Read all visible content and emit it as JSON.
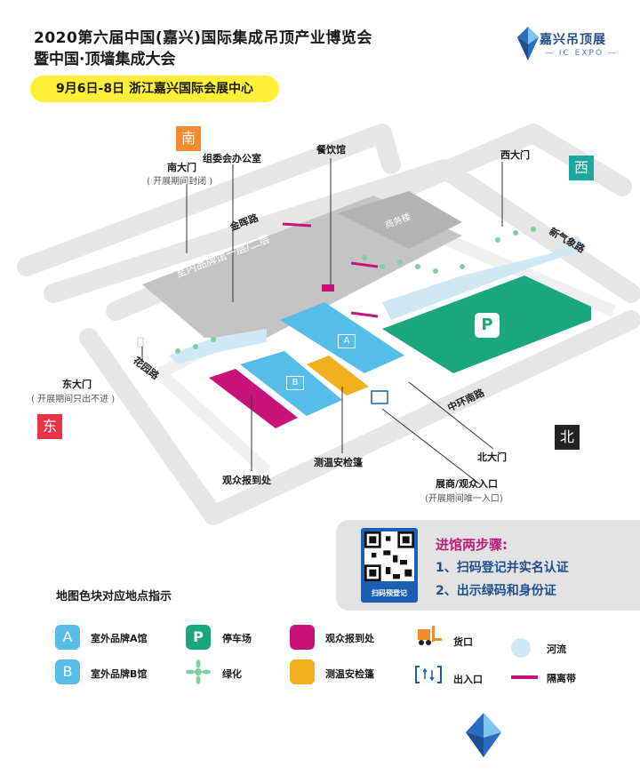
{
  "header": {
    "title_line1": "2020第六届中国(嘉兴)国际集成吊顶产业博览会",
    "title_line2": "暨中国·顶墙集成大会",
    "date_venue": "9月6日-8日  浙江嘉兴国际会展中心"
  },
  "logo": {
    "name": "嘉兴吊顶展",
    "sub": "— IC EXPO —"
  },
  "directions": {
    "south": "南",
    "west": "西",
    "east": "东",
    "north": "北"
  },
  "colors": {
    "hall": "#56bce8",
    "parking": "#1aa77c",
    "registration": "#c8147a",
    "security": "#f2b01e",
    "river": "#cfe8f6",
    "barrier": "#c8147a",
    "south_dir": "#f28a2e",
    "west_dir": "#1aa7a0",
    "east_dir": "#e8344a",
    "north_dir": "#222222"
  },
  "map_labels": {
    "south_gate": "南大门",
    "south_gate_note": "( 开展期间封闭 )",
    "office": "组委会办公室",
    "dining": "餐饮馆",
    "west_gate": "西大门",
    "east_gate": "东大门",
    "east_gate_note": "( 开展期间只出不进 )",
    "north_gate": "北大门",
    "entrance": "展商/观众入口",
    "entrance_note": "(开展期间唯一入口)",
    "security_tent": "测温安检篷",
    "registration": "观众报到处",
    "indoor_hall": "室内品牌馆一层/二层",
    "business_building": "商务楼",
    "hall_a": "A",
    "hall_b": "B",
    "parking": "P"
  },
  "roads": {
    "jinhui": "金晖路",
    "xinqi": "新气象路",
    "zhonghuan_south": "中环南路",
    "huayuan": "花园路"
  },
  "qr": {
    "label": "扫码预登记",
    "steps_title": "进馆两步骤:",
    "step1": "1、扫码登记并实名认证",
    "step2": "2、出示绿码和身份证"
  },
  "legend": {
    "title": "地图色块对应地点指示",
    "hall_a_icon": "A",
    "hall_a": "室外品牌A馆",
    "hall_b_icon": "B",
    "hall_b": "室外品牌B馆",
    "parking_icon": "P",
    "parking": "停车场",
    "green": "绿化",
    "registration": "观众报到处",
    "security": "测温安检篷",
    "cargo": "货口",
    "exit_entry": "出入口",
    "river": "河流",
    "barrier": "隔离带"
  }
}
